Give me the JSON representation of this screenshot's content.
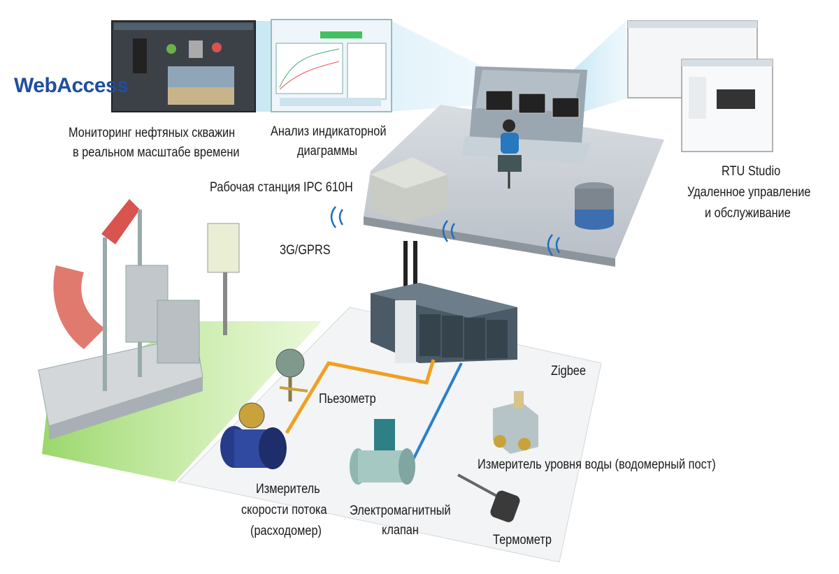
{
  "logo": {
    "text": "WebAccess"
  },
  "labels": {
    "monitoring_line1": "Мониторинг нефтяных скважин",
    "monitoring_line2": "в реальном масштабе времени",
    "analysis_line1": "Анализ индикаторной",
    "analysis_line2": "диаграммы",
    "workstation": "Рабочая станция IPC 610H",
    "network": "3G/GPRS",
    "rtu_line1": "RTU Studio",
    "rtu_line2": "Удаленное управление",
    "rtu_line3": "и обслуживание",
    "zigbee": "Zigbee",
    "piezometer": "Пьезометр",
    "water_level": "Измеритель уровня воды (водомерный пост)",
    "flowmeter_line1": "Измеритель",
    "flowmeter_line2": "скорости потока",
    "flowmeter_line3": "(расходомер)",
    "valve_line1": "Электромагнитный",
    "valve_line2": "клапан",
    "thermometer": "Термометр"
  },
  "colors": {
    "accent_blue": "#1f4e9e",
    "ground_green": "#8fd35a",
    "wire_orange": "#f0a020",
    "wire_blue": "#2a7fd0",
    "pump_red": "#d9534f"
  }
}
